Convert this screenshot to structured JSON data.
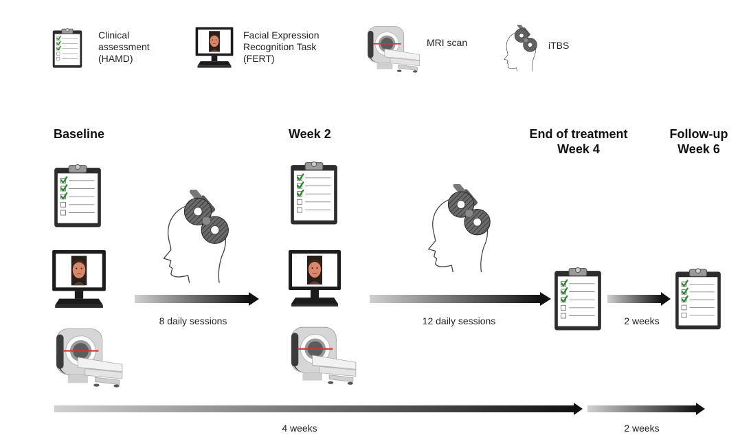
{
  "legend": [
    {
      "icon": "clipboard-icon",
      "label": "Clinical\nassessment\n(HAMD)"
    },
    {
      "icon": "monitor-face-icon",
      "label": "Facial Expression\nRecognition Task\n(FERT)"
    },
    {
      "icon": "mri-scanner-icon",
      "label": "MRI scan"
    },
    {
      "icon": "head-coil-icon",
      "label": "iTBS"
    }
  ],
  "phases": [
    {
      "name": "Baseline"
    },
    {
      "name": "Week 2"
    },
    {
      "name": "End of treatment\nWeek 4"
    },
    {
      "name": "Follow-up\nWeek 6"
    }
  ],
  "arrows": [
    {
      "label": "8 daily sessions"
    },
    {
      "label": "12 daily sessions"
    },
    {
      "label": "2 weeks"
    }
  ],
  "timeline": [
    {
      "label": "4 weeks"
    },
    {
      "label": "2 weeks"
    }
  ],
  "colors": {
    "check": "#2e8a2e",
    "scan_stripe": "#d8302a",
    "face": "#d9866a",
    "coil": "#555555"
  }
}
